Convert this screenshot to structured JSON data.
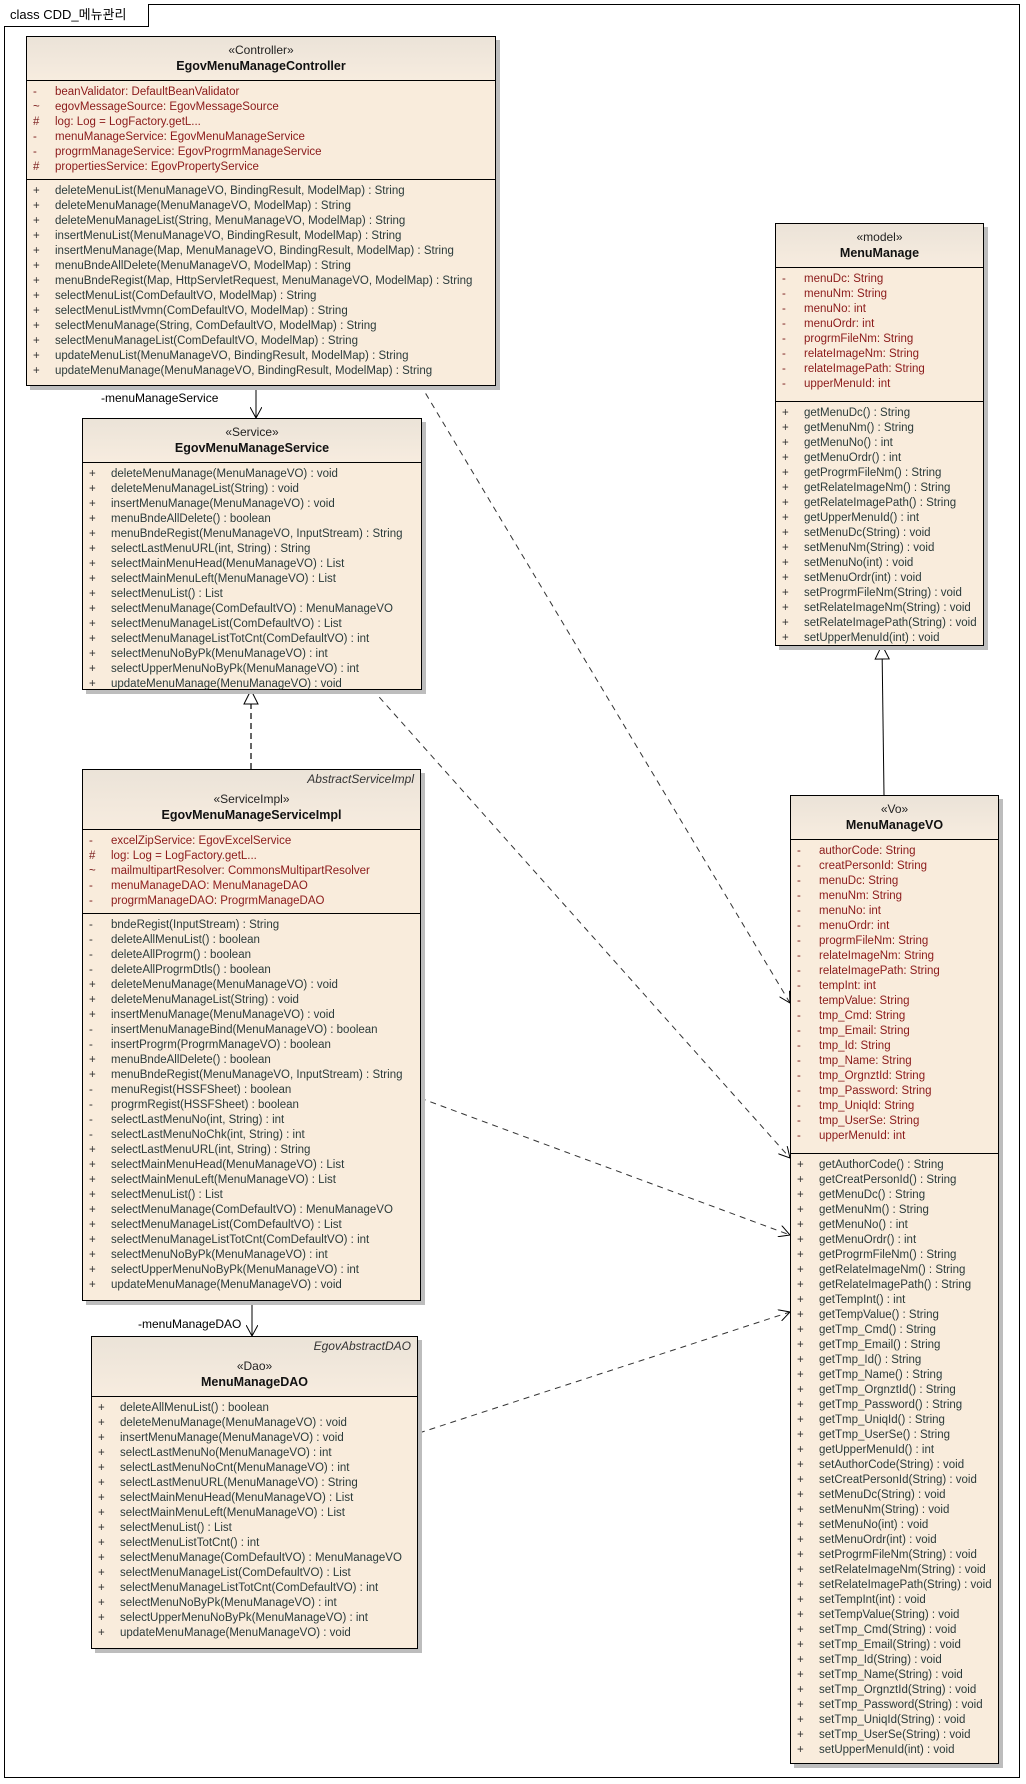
{
  "diagram": {
    "title": "class CDD_메뉴관리"
  },
  "colors": {
    "class_fill": "#f9ecdc",
    "attribute_text": "#8b1a1a",
    "operation_text": "#2b3b3b"
  },
  "classes": {
    "controller": {
      "stereotype": "«Controller»",
      "name": "EgovMenuManageController",
      "attributes": [
        {
          "vis": "-",
          "text": "beanValidator:  DefaultBeanValidator"
        },
        {
          "vis": "~",
          "text": "egovMessageSource:  EgovMessageSource"
        },
        {
          "vis": "#",
          "text": "log:  Log = LogFactory.getL..."
        },
        {
          "vis": "-",
          "text": "menuManageService:  EgovMenuManageService"
        },
        {
          "vis": "-",
          "text": "progrmManageService:  EgovProgrmManageService"
        },
        {
          "vis": "#",
          "text": "propertiesService:  EgovPropertyService"
        }
      ],
      "operations": [
        {
          "vis": "+",
          "text": "deleteMenuList(MenuManageVO, BindingResult, ModelMap) : String"
        },
        {
          "vis": "+",
          "text": "deleteMenuManage(MenuManageVO, ModelMap) : String"
        },
        {
          "vis": "+",
          "text": "deleteMenuManageList(String, MenuManageVO, ModelMap) : String"
        },
        {
          "vis": "+",
          "text": "insertMenuList(MenuManageVO, BindingResult, ModelMap) : String"
        },
        {
          "vis": "+",
          "text": "insertMenuManage(Map, MenuManageVO, BindingResult, ModelMap) : String"
        },
        {
          "vis": "+",
          "text": "menuBndeAllDelete(MenuManageVO, ModelMap) : String"
        },
        {
          "vis": "+",
          "text": "menuBndeRegist(Map, HttpServletRequest, MenuManageVO, ModelMap) : String"
        },
        {
          "vis": "+",
          "text": "selectMenuList(ComDefaultVO, ModelMap) : String"
        },
        {
          "vis": "+",
          "text": "selectMenuListMvmn(ComDefaultVO, ModelMap) : String"
        },
        {
          "vis": "+",
          "text": "selectMenuManage(String, ComDefaultVO, ModelMap) : String"
        },
        {
          "vis": "+",
          "text": "selectMenuManageList(ComDefaultVO, ModelMap) : String"
        },
        {
          "vis": "+",
          "text": "updateMenuList(MenuManageVO, BindingResult, ModelMap) : String"
        },
        {
          "vis": "+",
          "text": "updateMenuManage(MenuManageVO, BindingResult, ModelMap) : String"
        }
      ]
    },
    "service": {
      "stereotype": "«Service»",
      "name": "EgovMenuManageService",
      "operations": [
        {
          "vis": "+",
          "text": "deleteMenuManage(MenuManageVO) : void"
        },
        {
          "vis": "+",
          "text": "deleteMenuManageList(String) : void"
        },
        {
          "vis": "+",
          "text": "insertMenuManage(MenuManageVO) : void"
        },
        {
          "vis": "+",
          "text": "menuBndeAllDelete() : boolean"
        },
        {
          "vis": "+",
          "text": "menuBndeRegist(MenuManageVO, InputStream) : String"
        },
        {
          "vis": "+",
          "text": "selectLastMenuURL(int, String) : String"
        },
        {
          "vis": "+",
          "text": "selectMainMenuHead(MenuManageVO) : List"
        },
        {
          "vis": "+",
          "text": "selectMainMenuLeft(MenuManageVO) : List"
        },
        {
          "vis": "+",
          "text": "selectMenuList() : List"
        },
        {
          "vis": "+",
          "text": "selectMenuManage(ComDefaultVO) : MenuManageVO"
        },
        {
          "vis": "+",
          "text": "selectMenuManageList(ComDefaultVO) : List"
        },
        {
          "vis": "+",
          "text": "selectMenuManageListTotCnt(ComDefaultVO) : int"
        },
        {
          "vis": "+",
          "text": "selectMenuNoByPk(MenuManageVO) : int"
        },
        {
          "vis": "+",
          "text": "selectUpperMenuNoByPk(MenuManageVO) : int"
        },
        {
          "vis": "+",
          "text": "updateMenuManage(MenuManageVO) : void"
        }
      ]
    },
    "service_impl": {
      "parent": "AbstractServiceImpl",
      "stereotype": "«ServiceImpl»",
      "name": "EgovMenuManageServiceImpl",
      "attributes": [
        {
          "vis": "-",
          "text": "excelZipService:  EgovExcelService"
        },
        {
          "vis": "#",
          "text": "log:  Log = LogFactory.getL..."
        },
        {
          "vis": "~",
          "text": "mailmultipartResolver:  CommonsMultipartResolver"
        },
        {
          "vis": "-",
          "text": "menuManageDAO:  MenuManageDAO"
        },
        {
          "vis": "-",
          "text": "progrmManageDAO:  ProgrmManageDAO"
        }
      ],
      "operations": [
        {
          "vis": "-",
          "text": "bndeRegist(InputStream) : String"
        },
        {
          "vis": "-",
          "text": "deleteAllMenuList() : boolean"
        },
        {
          "vis": "-",
          "text": "deleteAllProgrm() : boolean"
        },
        {
          "vis": "-",
          "text": "deleteAllProgrmDtls() : boolean"
        },
        {
          "vis": "+",
          "text": "deleteMenuManage(MenuManageVO) : void"
        },
        {
          "vis": "+",
          "text": "deleteMenuManageList(String) : void"
        },
        {
          "vis": "+",
          "text": "insertMenuManage(MenuManageVO) : void"
        },
        {
          "vis": "-",
          "text": "insertMenuManageBind(MenuManageVO) : boolean"
        },
        {
          "vis": "-",
          "text": "insertProgrm(ProgrmManageVO) : boolean"
        },
        {
          "vis": "+",
          "text": "menuBndeAllDelete() : boolean"
        },
        {
          "vis": "+",
          "text": "menuBndeRegist(MenuManageVO, InputStream) : String"
        },
        {
          "vis": "-",
          "text": "menuRegist(HSSFSheet) : boolean"
        },
        {
          "vis": "-",
          "text": "progrmRegist(HSSFSheet) : boolean"
        },
        {
          "vis": "-",
          "text": "selectLastMenuNo(int, String) : int"
        },
        {
          "vis": "-",
          "text": "selectLastMenuNoChk(int, String) : int"
        },
        {
          "vis": "+",
          "text": "selectLastMenuURL(int, String) : String"
        },
        {
          "vis": "+",
          "text": "selectMainMenuHead(MenuManageVO) : List"
        },
        {
          "vis": "+",
          "text": "selectMainMenuLeft(MenuManageVO) : List"
        },
        {
          "vis": "+",
          "text": "selectMenuList() : List"
        },
        {
          "vis": "+",
          "text": "selectMenuManage(ComDefaultVO) : MenuManageVO"
        },
        {
          "vis": "+",
          "text": "selectMenuManageList(ComDefaultVO) : List"
        },
        {
          "vis": "+",
          "text": "selectMenuManageListTotCnt(ComDefaultVO) : int"
        },
        {
          "vis": "+",
          "text": "selectMenuNoByPk(MenuManageVO) : int"
        },
        {
          "vis": "+",
          "text": "selectUpperMenuNoByPk(MenuManageVO) : int"
        },
        {
          "vis": "+",
          "text": "updateMenuManage(MenuManageVO) : void"
        }
      ]
    },
    "dao": {
      "parent": "EgovAbstractDAO",
      "stereotype": "«Dao»",
      "name": "MenuManageDAO",
      "operations": [
        {
          "vis": "+",
          "text": "deleteAllMenuList() : boolean"
        },
        {
          "vis": "+",
          "text": "deleteMenuManage(MenuManageVO) : void"
        },
        {
          "vis": "+",
          "text": "insertMenuManage(MenuManageVO) : void"
        },
        {
          "vis": "+",
          "text": "selectLastMenuNo(MenuManageVO) : int"
        },
        {
          "vis": "+",
          "text": "selectLastMenuNoCnt(MenuManageVO) : int"
        },
        {
          "vis": "+",
          "text": "selectLastMenuURL(MenuManageVO) : String"
        },
        {
          "vis": "+",
          "text": "selectMainMenuHead(MenuManageVO) : List"
        },
        {
          "vis": "+",
          "text": "selectMainMenuLeft(MenuManageVO) : List"
        },
        {
          "vis": "+",
          "text": "selectMenuList() : List"
        },
        {
          "vis": "+",
          "text": "selectMenuListTotCnt() : int"
        },
        {
          "vis": "+",
          "text": "selectMenuManage(ComDefaultVO) : MenuManageVO"
        },
        {
          "vis": "+",
          "text": "selectMenuManageList(ComDefaultVO) : List"
        },
        {
          "vis": "+",
          "text": "selectMenuManageListTotCnt(ComDefaultVO) : int"
        },
        {
          "vis": "+",
          "text": "selectMenuNoByPk(MenuManageVO) : int"
        },
        {
          "vis": "+",
          "text": "selectUpperMenuNoByPk(MenuManageVO) : int"
        },
        {
          "vis": "+",
          "text": "updateMenuManage(MenuManageVO) : void"
        }
      ]
    },
    "model": {
      "stereotype": "«model»",
      "name": "MenuManage",
      "attributes": [
        {
          "vis": "-",
          "text": "menuDc:  String"
        },
        {
          "vis": "-",
          "text": "menuNm:  String"
        },
        {
          "vis": "-",
          "text": "menuNo:  int"
        },
        {
          "vis": "-",
          "text": "menuOrdr:  int"
        },
        {
          "vis": "-",
          "text": "progrmFileNm:  String"
        },
        {
          "vis": "-",
          "text": "relateImageNm:  String"
        },
        {
          "vis": "-",
          "text": "relateImagePath:  String"
        },
        {
          "vis": "-",
          "text": "upperMenuId:  int"
        }
      ],
      "operations": [
        {
          "vis": "+",
          "text": "getMenuDc() : String"
        },
        {
          "vis": "+",
          "text": "getMenuNm() : String"
        },
        {
          "vis": "+",
          "text": "getMenuNo() : int"
        },
        {
          "vis": "+",
          "text": "getMenuOrdr() : int"
        },
        {
          "vis": "+",
          "text": "getProgrmFileNm() : String"
        },
        {
          "vis": "+",
          "text": "getRelateImageNm() : String"
        },
        {
          "vis": "+",
          "text": "getRelateImagePath() : String"
        },
        {
          "vis": "+",
          "text": "getUpperMenuId() : int"
        },
        {
          "vis": "+",
          "text": "setMenuDc(String) : void"
        },
        {
          "vis": "+",
          "text": "setMenuNm(String) : void"
        },
        {
          "vis": "+",
          "text": "setMenuNo(int) : void"
        },
        {
          "vis": "+",
          "text": "setMenuOrdr(int) : void"
        },
        {
          "vis": "+",
          "text": "setProgrmFileNm(String) : void"
        },
        {
          "vis": "+",
          "text": "setRelateImageNm(String) : void"
        },
        {
          "vis": "+",
          "text": "setRelateImagePath(String) : void"
        },
        {
          "vis": "+",
          "text": "setUpperMenuId(int) : void"
        }
      ]
    },
    "vo": {
      "stereotype": "«Vo»",
      "name": "MenuManageVO",
      "attributes": [
        {
          "vis": "-",
          "text": "authorCode:  String"
        },
        {
          "vis": "-",
          "text": "creatPersonId:  String"
        },
        {
          "vis": "-",
          "text": "menuDc:  String"
        },
        {
          "vis": "-",
          "text": "menuNm:  String"
        },
        {
          "vis": "-",
          "text": "menuNo:  int"
        },
        {
          "vis": "-",
          "text": "menuOrdr:  int"
        },
        {
          "vis": "-",
          "text": "progrmFileNm:  String"
        },
        {
          "vis": "-",
          "text": "relateImageNm:  String"
        },
        {
          "vis": "-",
          "text": "relateImagePath:  String"
        },
        {
          "vis": "-",
          "text": "tempInt:  int"
        },
        {
          "vis": "-",
          "text": "tempValue:  String"
        },
        {
          "vis": "-",
          "text": "tmp_Cmd:  String"
        },
        {
          "vis": "-",
          "text": "tmp_Email:  String"
        },
        {
          "vis": "-",
          "text": "tmp_Id:  String"
        },
        {
          "vis": "-",
          "text": "tmp_Name:  String"
        },
        {
          "vis": "-",
          "text": "tmp_OrgnztId:  String"
        },
        {
          "vis": "-",
          "text": "tmp_Password:  String"
        },
        {
          "vis": "-",
          "text": "tmp_UniqId:  String"
        },
        {
          "vis": "-",
          "text": "tmp_UserSe:  String"
        },
        {
          "vis": "-",
          "text": "upperMenuId:  int"
        }
      ],
      "operations": [
        {
          "vis": "+",
          "text": "getAuthorCode() : String"
        },
        {
          "vis": "+",
          "text": "getCreatPersonId() : String"
        },
        {
          "vis": "+",
          "text": "getMenuDc() : String"
        },
        {
          "vis": "+",
          "text": "getMenuNm() : String"
        },
        {
          "vis": "+",
          "text": "getMenuNo() : int"
        },
        {
          "vis": "+",
          "text": "getMenuOrdr() : int"
        },
        {
          "vis": "+",
          "text": "getProgrmFileNm() : String"
        },
        {
          "vis": "+",
          "text": "getRelateImageNm() : String"
        },
        {
          "vis": "+",
          "text": "getRelateImagePath() : String"
        },
        {
          "vis": "+",
          "text": "getTempInt() : int"
        },
        {
          "vis": "+",
          "text": "getTempValue() : String"
        },
        {
          "vis": "+",
          "text": "getTmp_Cmd() : String"
        },
        {
          "vis": "+",
          "text": "getTmp_Email() : String"
        },
        {
          "vis": "+",
          "text": "getTmp_Id() : String"
        },
        {
          "vis": "+",
          "text": "getTmp_Name() : String"
        },
        {
          "vis": "+",
          "text": "getTmp_OrgnztId() : String"
        },
        {
          "vis": "+",
          "text": "getTmp_Password() : String"
        },
        {
          "vis": "+",
          "text": "getTmp_UniqId() : String"
        },
        {
          "vis": "+",
          "text": "getTmp_UserSe() : String"
        },
        {
          "vis": "+",
          "text": "getUpperMenuId() : int"
        },
        {
          "vis": "+",
          "text": "setAuthorCode(String) : void"
        },
        {
          "vis": "+",
          "text": "setCreatPersonId(String) : void"
        },
        {
          "vis": "+",
          "text": "setMenuDc(String) : void"
        },
        {
          "vis": "+",
          "text": "setMenuNm(String) : void"
        },
        {
          "vis": "+",
          "text": "setMenuNo(int) : void"
        },
        {
          "vis": "+",
          "text": "setMenuOrdr(int) : void"
        },
        {
          "vis": "+",
          "text": "setProgrmFileNm(String) : void"
        },
        {
          "vis": "+",
          "text": "setRelateImageNm(String) : void"
        },
        {
          "vis": "+",
          "text": "setRelateImagePath(String) : void"
        },
        {
          "vis": "+",
          "text": "setTempInt(int) : void"
        },
        {
          "vis": "+",
          "text": "setTempValue(String) : void"
        },
        {
          "vis": "+",
          "text": "setTmp_Cmd(String) : void"
        },
        {
          "vis": "+",
          "text": "setTmp_Email(String) : void"
        },
        {
          "vis": "+",
          "text": "setTmp_Id(String) : void"
        },
        {
          "vis": "+",
          "text": "setTmp_Name(String) : void"
        },
        {
          "vis": "+",
          "text": "setTmp_OrgnztId(String) : void"
        },
        {
          "vis": "+",
          "text": "setTmp_Password(String) : void"
        },
        {
          "vis": "+",
          "text": "setTmp_UniqId(String) : void"
        },
        {
          "vis": "+",
          "text": "setTmp_UserSe(String) : void"
        },
        {
          "vis": "+",
          "text": "setUpperMenuId(int) : void"
        }
      ]
    }
  },
  "relations": {
    "controller_to_service_role": "-menuManageService",
    "impl_to_dao_role": "-menuManageDAO"
  }
}
